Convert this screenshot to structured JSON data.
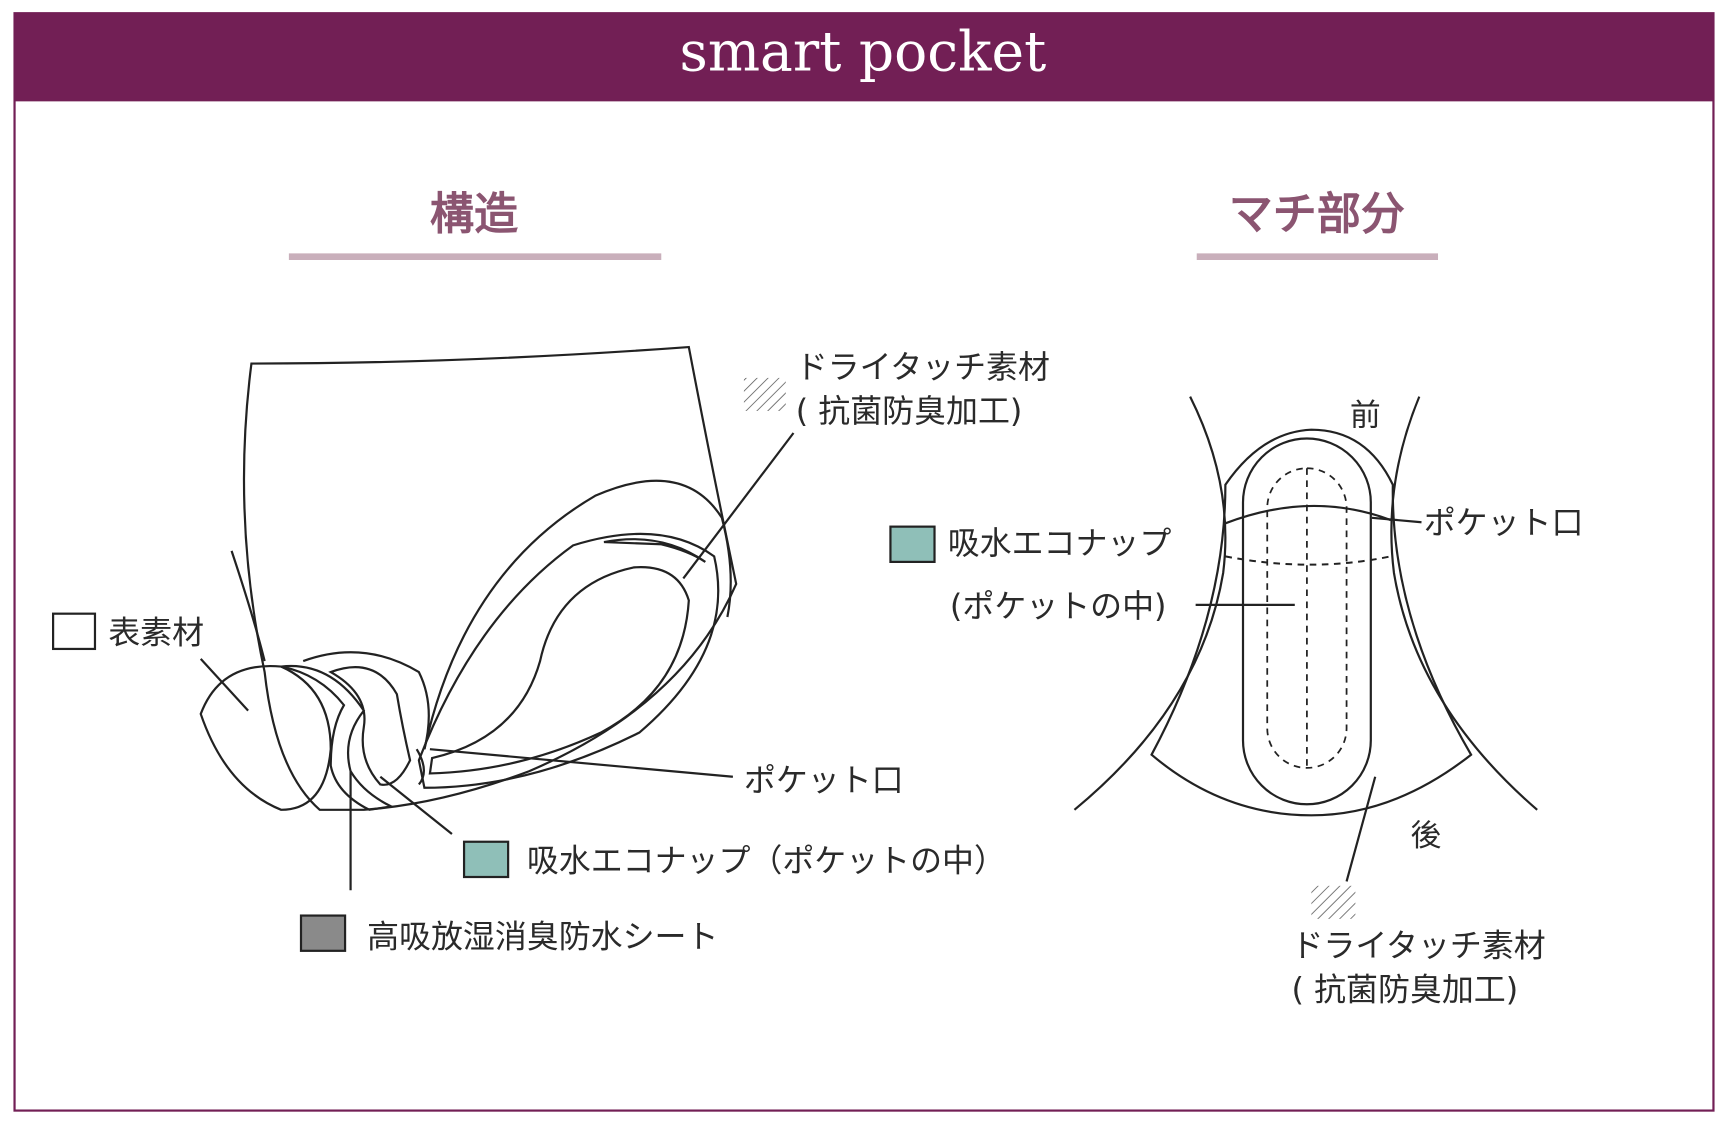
{
  "header": {
    "title": "smart pocket"
  },
  "colors": {
    "brand": "#721f55",
    "heading": "#8b5571",
    "underline": "#c9afbb",
    "absorbent": "#8fbfb8",
    "sheet": "#8a8a8a"
  },
  "structure": {
    "heading": "構造",
    "labels": {
      "outer_material": "表素材",
      "dry_touch": "ドライタッチ素材",
      "dry_touch_note": "( 抗菌防臭加工)",
      "pocket_opening": "ポケット口",
      "eco_nap": "吸水エコナップ（ポケットの中）",
      "sheet": "高吸放湿消臭防水シート"
    }
  },
  "gusset": {
    "heading": "マチ部分",
    "labels": {
      "front": "前",
      "back": "後",
      "pocket_opening": "ポケット口",
      "eco_nap": "吸水エコナップ",
      "eco_nap_note": "(ポケットの中)",
      "dry_touch": "ドライタッチ素材",
      "dry_touch_note": "( 抗菌防臭加工)"
    }
  }
}
